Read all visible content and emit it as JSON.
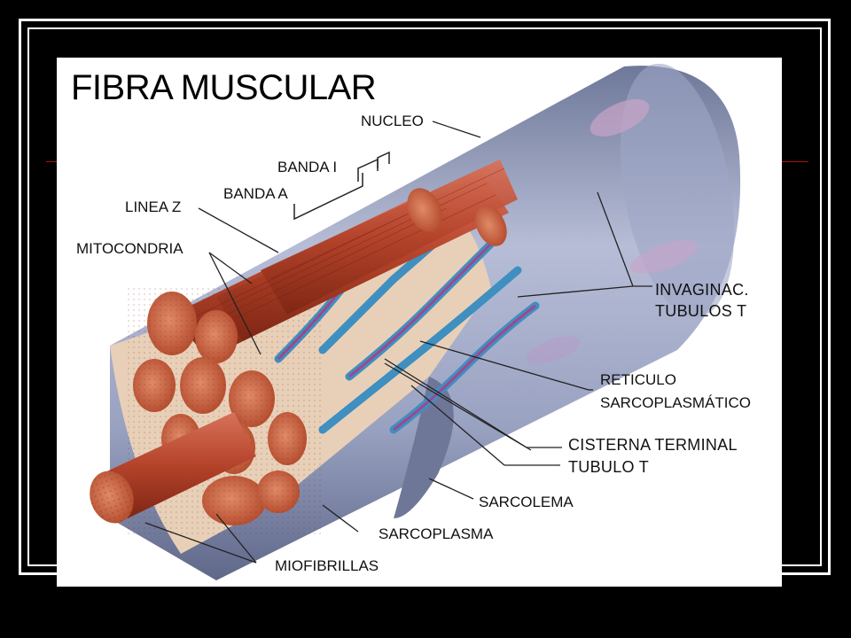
{
  "title": "FIBRA MUSCULAR",
  "labels": {
    "nucleo": "NUCLEO",
    "banda_i": "BANDA I",
    "banda_a": "BANDA A",
    "linea_z": "LINEA Z",
    "mitocondria": "MITOCONDRIA",
    "invaginac_1": "INVAGINAC.",
    "invaginac_2": "TUBULOS T",
    "reticulo_1": "RETICULO",
    "reticulo_2": "SARCOPLASMÁTICO",
    "cisterna": "CISTERNA TERMINAL",
    "tubulo_t": "TUBULO T",
    "sarcolema": "SARCOLEMA",
    "sarcoplasma": "SARCOPLASMA",
    "miofibrillas": "MIOFIBRILLAS"
  },
  "colors": {
    "background": "#000000",
    "panel": "#ffffff",
    "sarcolemma": "#8f97b6",
    "myofibril": "#b6452a",
    "reticulum": "#3f8fc0",
    "t_tubule": "#a0478e"
  }
}
